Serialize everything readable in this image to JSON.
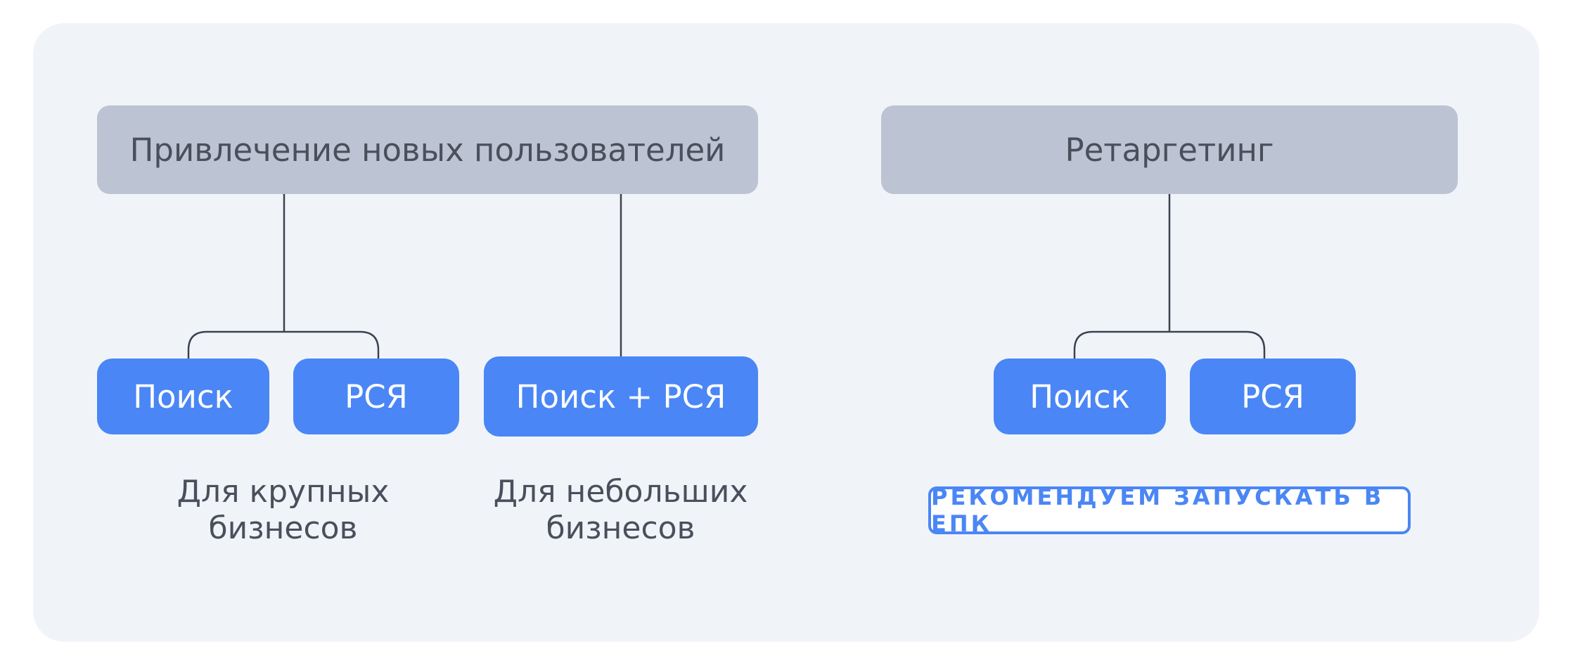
{
  "diagram": {
    "left_group": {
      "title": "Привлечение новых пользователей",
      "branches": [
        {
          "chips": [
            "Поиск",
            "РСЯ"
          ],
          "caption_line1": "Для крупных",
          "caption_line2": "бизнесов"
        },
        {
          "chips": [
            "Поиск + РСЯ"
          ],
          "caption_line1": "Для небольших",
          "caption_line2": "бизнесов"
        }
      ]
    },
    "right_group": {
      "title": "Ретаргетинг",
      "chips": [
        "Поиск",
        "РСЯ"
      ],
      "badge": "РЕКОМЕНДУЕМ ЗАПУСКАТЬ В ЕПК"
    }
  },
  "colors": {
    "background_panel": "#f0f4f9",
    "header_box": "#bcc3d2",
    "chip": "#4a86f5",
    "connector": "#3d4250",
    "text_dark": "#4a4f5c"
  }
}
